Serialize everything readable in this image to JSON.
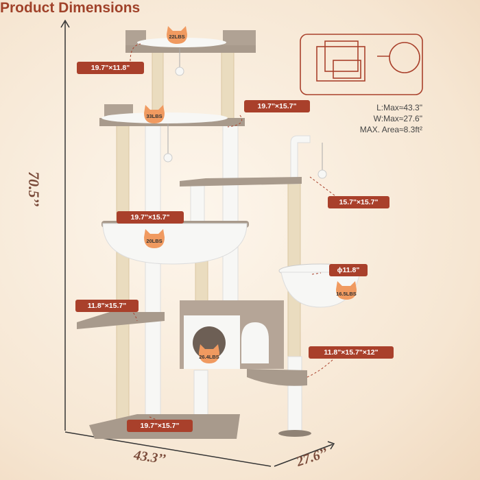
{
  "header": {
    "title": "Product Dimensions"
  },
  "footprint": {
    "length": "L:Max≈43.3\"",
    "width": "W:Max≈27.6\"",
    "area": "MAX. Area≈8.3ft²"
  },
  "overall": {
    "height": "70.5’’",
    "length": "43.3’’",
    "depth": "27.6’’"
  },
  "platforms": {
    "top": {
      "size": "19.7\"×11.8\"",
      "load": "22LBS"
    },
    "second": {
      "size": "19.7\"×15.7\"",
      "load": "33LBS"
    },
    "right_top": {
      "size": "15.7\"×15.7\""
    },
    "hammock": {
      "size": "19.7\"×15.7\"",
      "load": "20LBS"
    },
    "bowl": {
      "size": "ϕ11.8\"",
      "load": "16.5LBS"
    },
    "left_step": {
      "size": "11.8\"×15.7\""
    },
    "condo": {
      "size": "11.8\"×15.7\"×12\"",
      "load": "26.4LBS"
    },
    "base": {
      "size": "19.7\"×15.7\""
    }
  },
  "colors": {
    "accent": "#a9402b",
    "wood": "#a89a8c",
    "sisal": "#eadcbf",
    "plush": "#f7f7f5"
  }
}
